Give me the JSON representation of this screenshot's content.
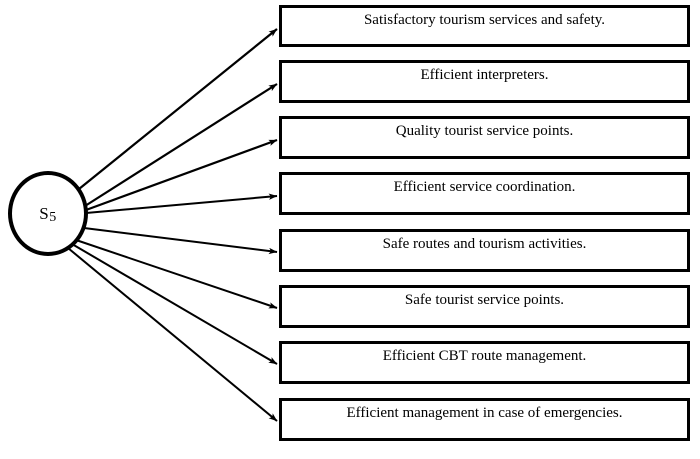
{
  "diagram": {
    "type": "radial-fan-diagram",
    "source_node": {
      "id": "S5",
      "label_main": "S",
      "label_sub": "5",
      "shape": "circle",
      "stroke_color": "#000000",
      "fill_color": "#ffffff"
    },
    "edge_style": {
      "color": "#000000",
      "arrowhead": "filled-triangle",
      "direction": "source-to-target"
    },
    "targets": [
      {
        "index": 1,
        "label": "Satisfactory tourism services and safety."
      },
      {
        "index": 2,
        "label": "Efficient interpreters."
      },
      {
        "index": 3,
        "label": "Quality tourist service points."
      },
      {
        "index": 4,
        "label": "Efficient service coordination."
      },
      {
        "index": 5,
        "label": "Safe routes and tourism activities."
      },
      {
        "index": 6,
        "label": "Safe tourist service points."
      },
      {
        "index": 7,
        "label": "Efficient CBT route management."
      },
      {
        "index": 8,
        "label": "Efficient management  in case of emergencies."
      }
    ]
  }
}
